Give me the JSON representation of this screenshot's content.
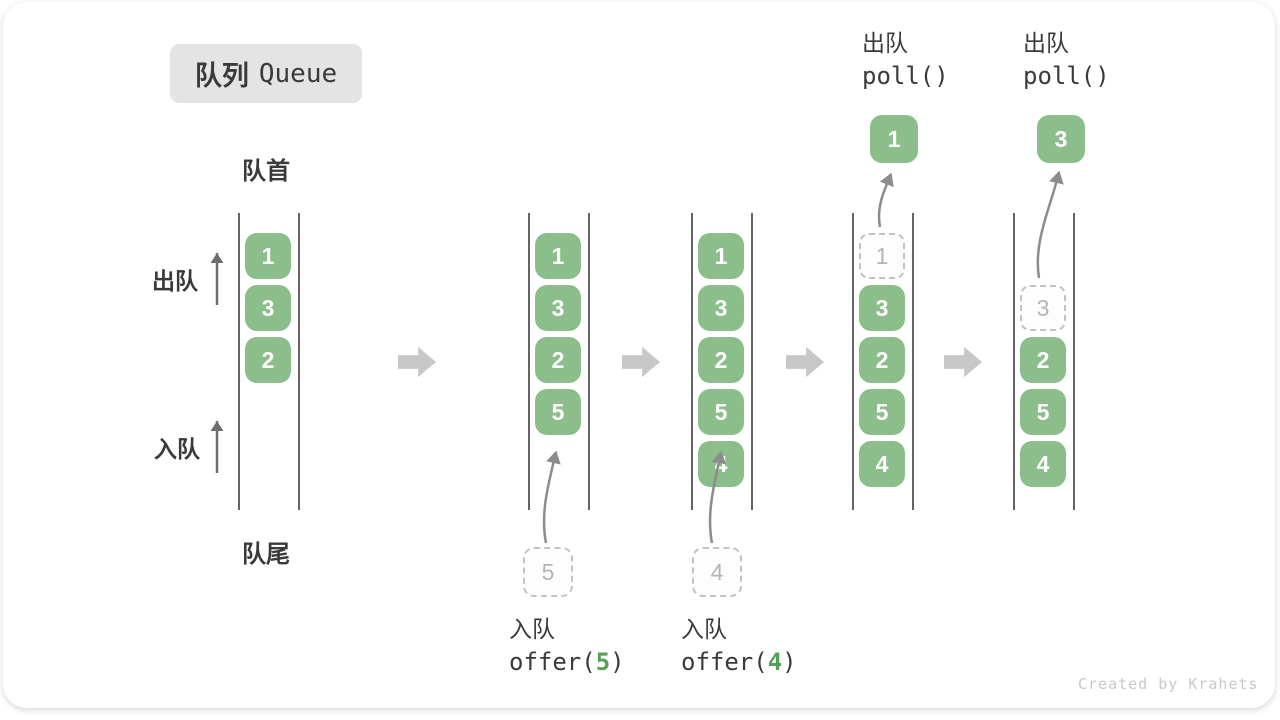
{
  "title": {
    "zh": "队列",
    "en": "Queue"
  },
  "side_labels": {
    "front": "队首",
    "rear": "队尾",
    "dequeue": "出队",
    "enqueue": "入队"
  },
  "queues": [
    {
      "slots": [
        {
          "v": "1",
          "type": "green"
        },
        {
          "v": "3",
          "type": "green"
        },
        {
          "v": "2",
          "type": "green"
        }
      ]
    },
    {
      "slots": [
        {
          "v": "1",
          "type": "green"
        },
        {
          "v": "3",
          "type": "green"
        },
        {
          "v": "2",
          "type": "green"
        },
        {
          "v": "5",
          "type": "green"
        }
      ],
      "staging": {
        "v": "5"
      }
    },
    {
      "slots": [
        {
          "v": "1",
          "type": "green"
        },
        {
          "v": "3",
          "type": "green"
        },
        {
          "v": "2",
          "type": "green"
        },
        {
          "v": "5",
          "type": "green"
        },
        {
          "v": "4",
          "type": "green"
        }
      ],
      "staging": {
        "v": "4"
      }
    },
    {
      "slots": [
        {
          "v": "1",
          "type": "dashed"
        },
        {
          "v": "3",
          "type": "green"
        },
        {
          "v": "2",
          "type": "green"
        },
        {
          "v": "5",
          "type": "green"
        },
        {
          "v": "4",
          "type": "green"
        }
      ],
      "popped": {
        "v": "1"
      }
    },
    {
      "slots": [
        {
          "v": "3",
          "type": "dashed"
        },
        {
          "v": "2",
          "type": "green"
        },
        {
          "v": "5",
          "type": "green"
        },
        {
          "v": "4",
          "type": "green"
        }
      ],
      "popped": {
        "v": "3"
      }
    }
  ],
  "poll_ops": [
    {
      "label": "出队",
      "code": "poll()"
    },
    {
      "label": "出队",
      "code": "poll()"
    }
  ],
  "offer_ops": [
    {
      "label": "入队",
      "code_open": "offer(",
      "arg": "5",
      "code_close": ")"
    },
    {
      "label": "入队",
      "code_open": "offer(",
      "arg": "4",
      "code_close": ")"
    }
  ],
  "watermark": "Created by Krahets",
  "colors": {
    "box_green": "#8CBE8C",
    "arg_green": "#55A055",
    "block_arrow_gray": "#C7C7C7",
    "queue_line_gray": "#646464",
    "dashed_border_gray": "#C2C2C2",
    "dashed_text_gray": "#B5B5B5",
    "text_dark": "#3A3A3A",
    "watermark_gray": "#C9C9C9"
  }
}
